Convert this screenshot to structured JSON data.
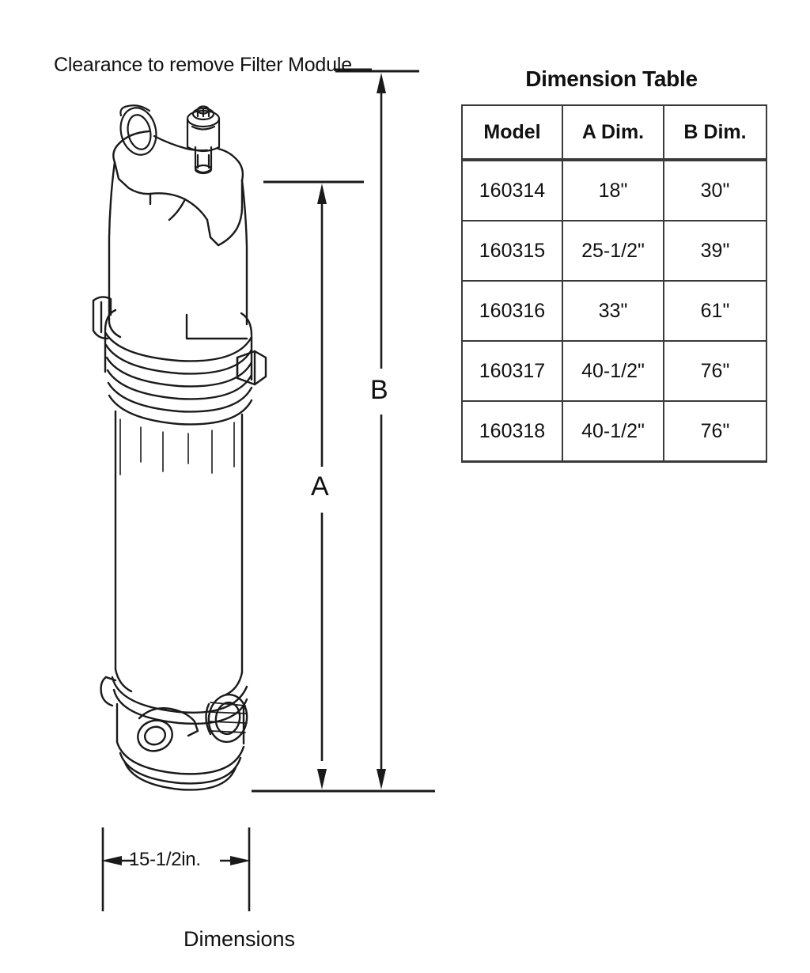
{
  "drawing": {
    "caption": "Dimensions",
    "clearance_note": "Clearance to remove Filter Module",
    "dimension_a_label": "A",
    "dimension_b_label": "B",
    "width_label": "15-1/2in.",
    "line_color": "#1a1a1a"
  },
  "table": {
    "title": "Dimension Table",
    "headers": [
      "Model",
      "A Dim.",
      "B Dim."
    ],
    "rows": [
      {
        "model": "160314",
        "a": "18\"",
        "b": "30\""
      },
      {
        "model": "160315",
        "a": "25-1/2\"",
        "b": "39\""
      },
      {
        "model": "160316",
        "a": "33\"",
        "b": "61\""
      },
      {
        "model": "160317",
        "a": "40-1/2\"",
        "b": "76\""
      },
      {
        "model": "160318",
        "a": "40-1/2\"",
        "b": "76\""
      }
    ]
  }
}
